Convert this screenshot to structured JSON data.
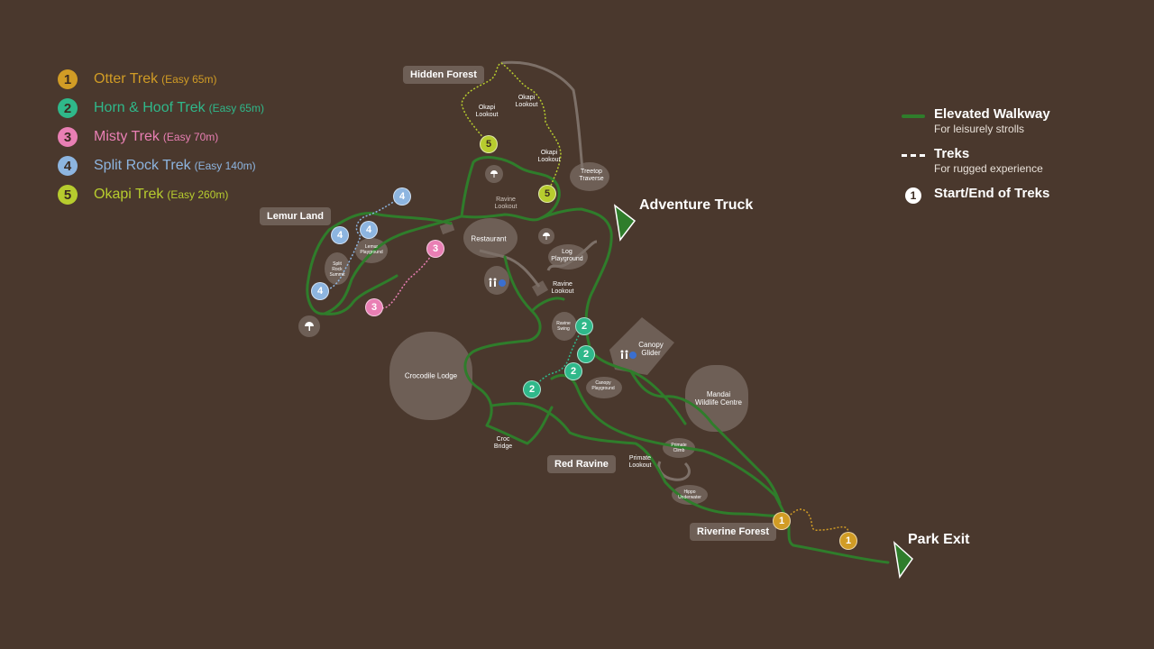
{
  "colors": {
    "background": "#4a382d",
    "walkway": "#2f7d2b",
    "area": "#6e5f56",
    "otter": "#d19c25",
    "hornhoof": "#2fb88a",
    "misty": "#e97fb4",
    "splitrock": "#8db5e0",
    "okapi": "#b7cc2e"
  },
  "treks": [
    {
      "number": "1",
      "name": "Otter Trek",
      "detail": "(Easy 65m)",
      "color": "#d19c25"
    },
    {
      "number": "2",
      "name": "Horn & Hoof Trek",
      "detail": "(Easy 65m)",
      "color": "#2fb88a"
    },
    {
      "number": "3",
      "name": "Misty Trek",
      "detail": "(Easy 70m)",
      "color": "#e97fb4"
    },
    {
      "number": "4",
      "name": "Split Rock Trek",
      "detail": "(Easy 140m)",
      "color": "#8db5e0"
    },
    {
      "number": "5",
      "name": "Okapi Trek",
      "detail": "(Easy 260m)",
      "color": "#b7cc2e"
    }
  ],
  "key": {
    "walkway": {
      "title": "Elevated Walkway",
      "sub": "For leisurely strolls"
    },
    "treks": {
      "title": "Treks",
      "sub": "For rugged experience"
    },
    "start": {
      "symbol": "1",
      "title": "Start/End of Treks"
    }
  },
  "regions": {
    "hidden_forest": "Hidden Forest",
    "lemur_land": "Lemur Land",
    "red_ravine": "Red Ravine",
    "riverine_forest": "Riverine Forest"
  },
  "exits": {
    "adventure_truck": "Adventure Truck",
    "park_exit": "Park Exit"
  },
  "places": {
    "okapi_lookout_1": "Okapi\nLookout",
    "okapi_lookout_2": "Okapi\nLookout",
    "okapi_lookout_3": "Okapi\nLookout",
    "treetop_traverse": "Treetop\nTraverse",
    "ravine_lookout_1": "Ravine\nLookout",
    "ravine_lookout_2": "Ravine\nLookout",
    "restaurant": "Restaurant",
    "log_playground": "Log\nPlayground",
    "lemur_playground": "Lemur\nPlayground",
    "split_rock_summit": "Split\nRock\nSummit",
    "ravine_swing": "Ravine\nSwing",
    "canopy_glider": "Canopy\nGlider",
    "canopy_playground": "Canopy\nPlayground",
    "crocodile_lodge": "Crocodile Lodge",
    "mandai_wildlife_centre": "Mandai\nWildlife Centre",
    "croc_bridge": "Croc\nBridge",
    "primate_lookout": "Primate\nLookout",
    "primate_climb": "Primate\nClimb",
    "hippo_underwater": "Hippo\nUnderwater"
  },
  "markers": {
    "otter_a": "1",
    "otter_b": "1",
    "hornhoof_a": "2",
    "hornhoof_b": "2",
    "hornhoof_c": "2",
    "hornhoof_d": "2",
    "misty_a": "3",
    "misty_b": "3",
    "splitrock_a": "4",
    "splitrock_b": "4",
    "splitrock_c": "4",
    "splitrock_d": "4",
    "okapi_a": "5",
    "okapi_b": "5"
  },
  "icons": {
    "restroom": "restroom-icon",
    "accessible": "wheelchair-icon",
    "shelter": "umbrella-icon",
    "exit": "flag-triangle-icon"
  }
}
